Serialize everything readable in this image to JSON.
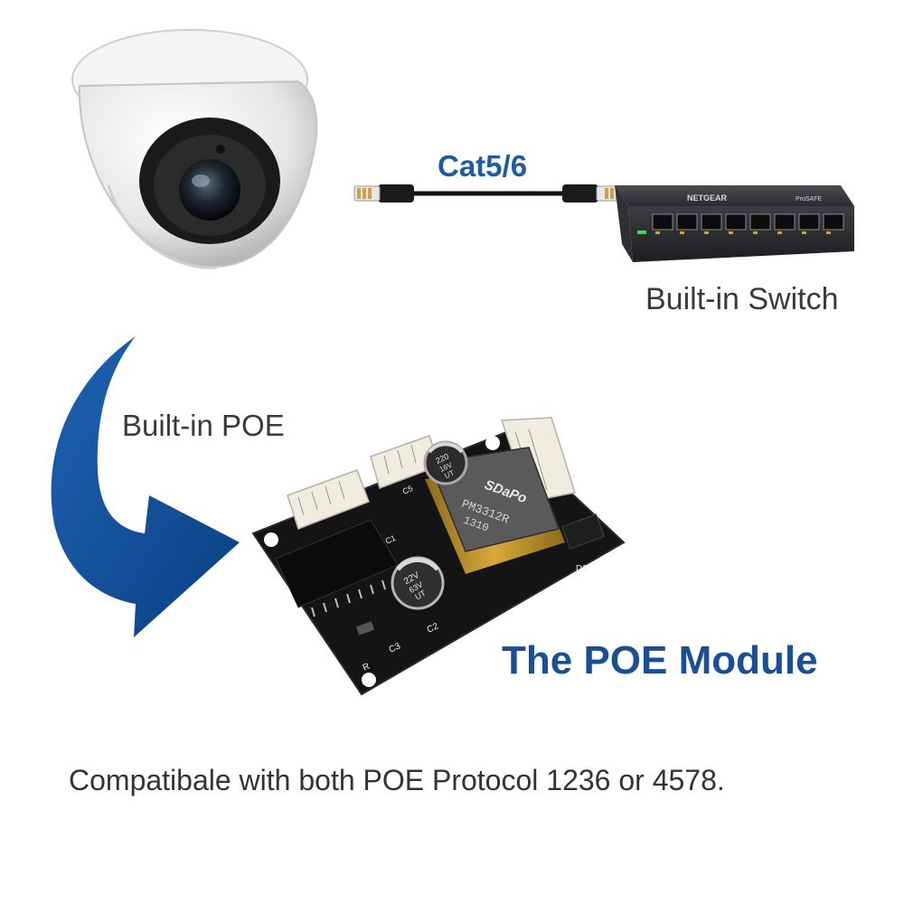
{
  "labels": {
    "cable": "Cat5/6",
    "switch": "Built-in Switch",
    "poe": "Built-in POE",
    "module": "The POE Module",
    "compatibility": "Compatibale with both POE Protocol 1236 or 4578."
  },
  "switch_device": {
    "brand": "NETGEAR",
    "series": "ProSAFE",
    "port_count": 8
  },
  "module_markings": {
    "brand": "SDaPo",
    "model": "PM3312R",
    "batch": "1310",
    "cap1": [
      "220",
      "16V",
      "UT"
    ],
    "cap2": [
      "22V",
      "63V",
      "UT"
    ],
    "silkscreen": [
      "D3",
      "C3",
      "C2",
      "R",
      "C1",
      "C5"
    ]
  },
  "colors": {
    "arrow": "#0f4f9a",
    "module_title": "#1a4f95",
    "cable_label": "#1f5c9e",
    "pcb": "#141414",
    "text": "#333333"
  },
  "icons": [
    "dome-camera-icon",
    "ethernet-cable-icon",
    "network-switch-icon",
    "curved-arrow-icon",
    "poe-module-board-icon"
  ]
}
